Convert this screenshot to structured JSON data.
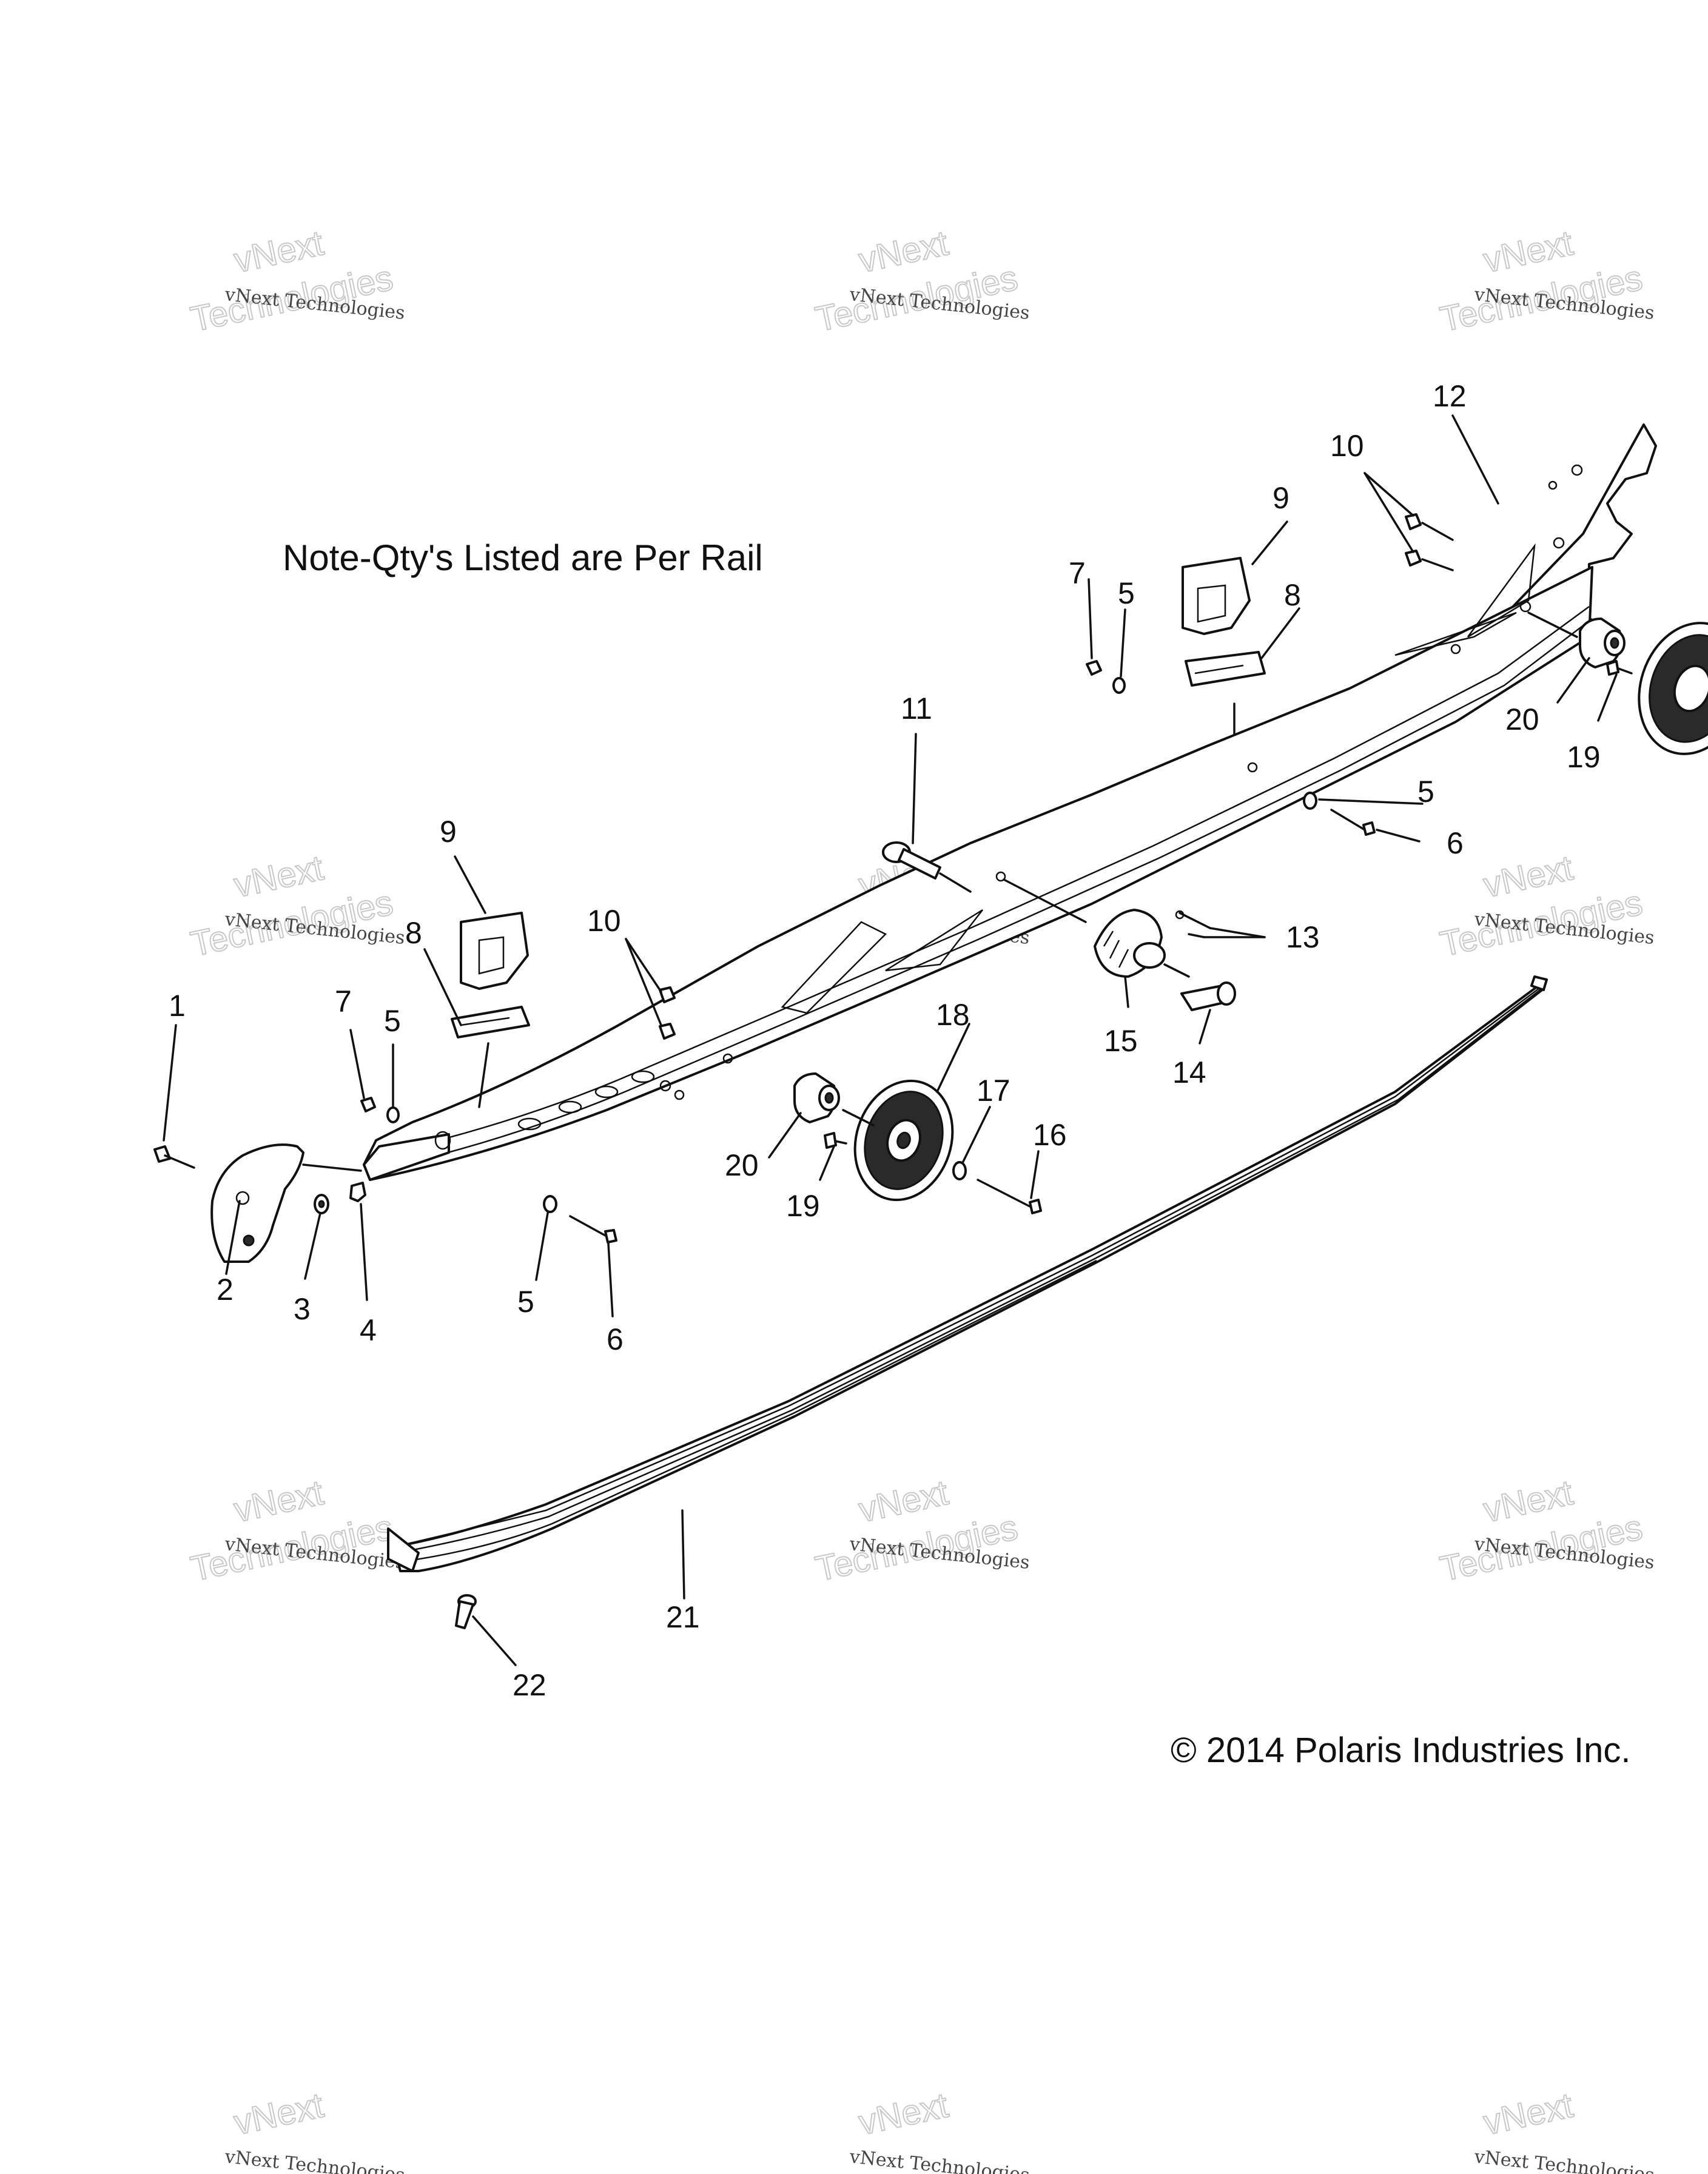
{
  "note": "Note-Qty's Listed are Per Rail",
  "copyright": "© 2014 Polaris Industries Inc.",
  "watermark": {
    "line1": "vNext Technologies",
    "line2": "vNext",
    "line3": "Technologies"
  },
  "callouts": {
    "c1": "1",
    "c2": "2",
    "c3": "3",
    "c4": "4",
    "c5a": "5",
    "c5b": "5",
    "c5c": "5",
    "c5d": "5",
    "c6a": "6",
    "c6b": "6",
    "c7a": "7",
    "c7b": "7",
    "c8a": "8",
    "c8b": "8",
    "c9a": "9",
    "c9b": "9",
    "c10a": "10",
    "c10b": "10",
    "c11": "11",
    "c12": "12",
    "c13": "13",
    "c14": "14",
    "c15": "15",
    "c16": "16",
    "c17": "17",
    "c18": "18",
    "c19a": "19",
    "c19b": "19",
    "c20a": "20",
    "c20b": "20",
    "c21": "21",
    "c22": "22"
  }
}
